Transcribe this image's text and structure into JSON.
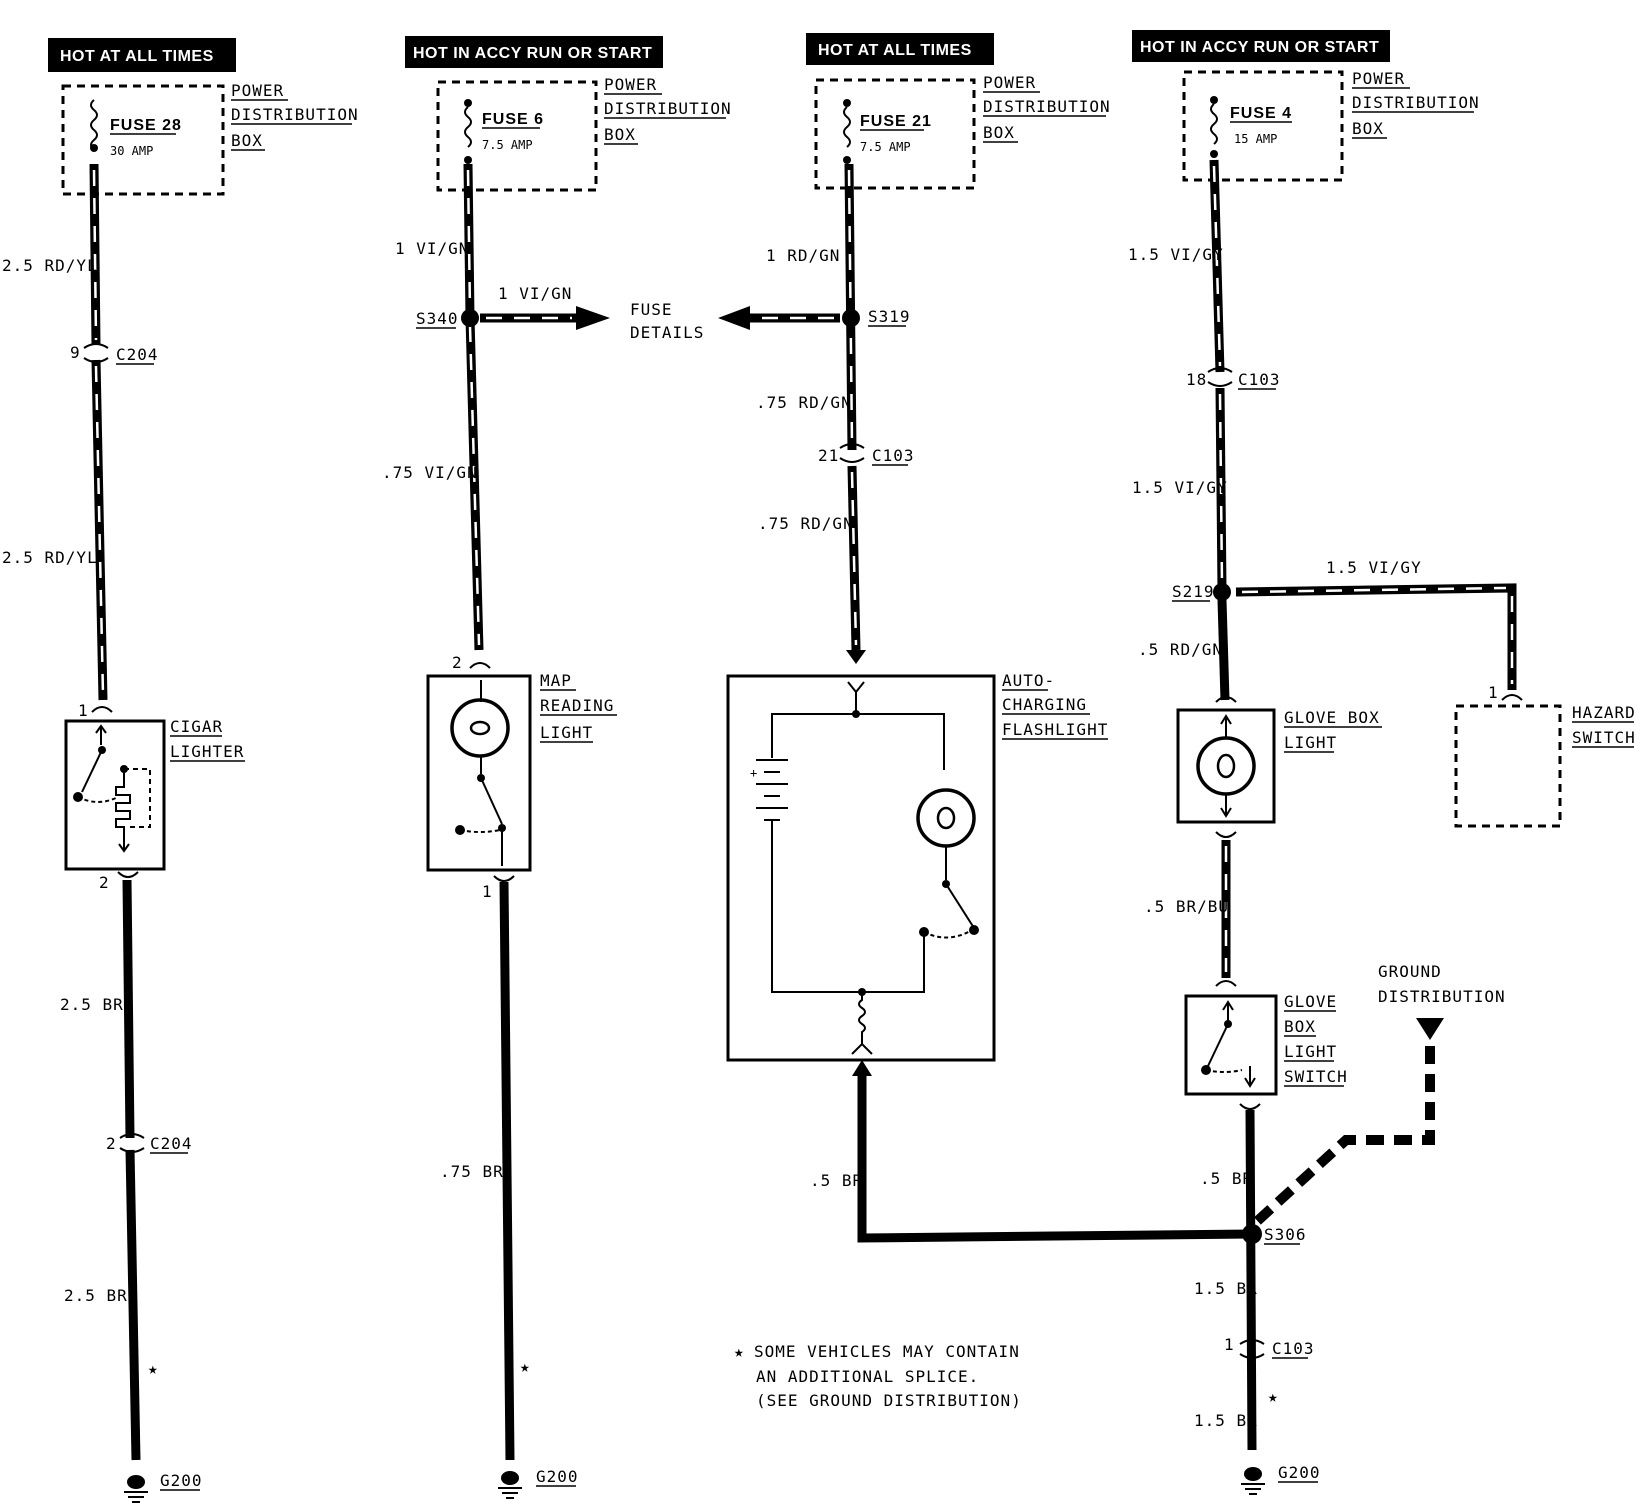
{
  "headers": {
    "c1": "HOT AT ALL TIMES",
    "c2": "HOT IN ACCY RUN OR START",
    "c3": "HOT AT ALL TIMES",
    "c4": "HOT IN ACCY RUN OR START"
  },
  "pdb": {
    "l1": "POWER",
    "l2": "DISTRIBUTION",
    "l3": "BOX"
  },
  "fuses": {
    "f28_name": "FUSE 28",
    "f28_amp": "30 AMP",
    "f6_name": "FUSE 6",
    "f6_amp": "7.5 AMP",
    "f21_name": "FUSE 21",
    "f21_amp": "7.5 AMP",
    "f4_name": "FUSE 4",
    "f4_amp": "15 AMP"
  },
  "wires": {
    "c1_top": "2.5 RD/YL",
    "c1_mid": "2.5 RD/YL",
    "c1_low1": "2.5 BR",
    "c1_low2": "2.5 BR",
    "c2_top": "1 VI/GN",
    "c2_branch": "1 VI/GN",
    "c2_mid": ".75 VI/GN",
    "c2_low": ".75 BR",
    "c3_top": "1 RD/GN",
    "c3_mid1": ".75 RD/GN",
    "c3_mid2": ".75 RD/GN",
    "c3_low": ".5 BR",
    "c4_top": "1.5  VI/GY",
    "c4_mid": "1.5  VI/GY",
    "c4_branch": "1.5 VI/GY",
    "c4_rdgn": ".5 RD/GN",
    "c4_brbu": ".5 BR/BU",
    "c4_br": ".5 BR",
    "c4_15br1": "1.5 BR",
    "c4_15br2": "1.5 BR"
  },
  "connectors": {
    "c204": "C204",
    "c103": "C103",
    "pin_9": "9",
    "pin_2": "2",
    "pin_1": "1",
    "pin_21": "21",
    "pin_18": "18"
  },
  "splices": {
    "s340": "S340",
    "s319": "S319",
    "s219": "S219",
    "s306": "S306"
  },
  "fuse_details": {
    "l1": "FUSE",
    "l2": "DETAILS"
  },
  "components": {
    "cigar": [
      "CIGAR",
      "LIGHTER"
    ],
    "map": [
      "MAP",
      "READING",
      "LIGHT"
    ],
    "flash": [
      "AUTO-",
      "CHARGING",
      "FLASHLIGHT"
    ],
    "glove_light": [
      "GLOVE BOX",
      "LIGHT"
    ],
    "hazard": [
      "HAZARD",
      "SWITCH"
    ],
    "glove_switch": [
      "GLOVE",
      "BOX",
      "LIGHT",
      "SWITCH"
    ],
    "ground_dist": [
      "GROUND",
      "DISTRIBUTION"
    ]
  },
  "grounds": {
    "g200": "G200"
  },
  "note": {
    "l1": "SOME VEHICLES MAY CONTAIN",
    "l2": "AN ADDITIONAL SPLICE.",
    "l3": "(SEE GROUND DISTRIBUTION)",
    "star": "★"
  }
}
